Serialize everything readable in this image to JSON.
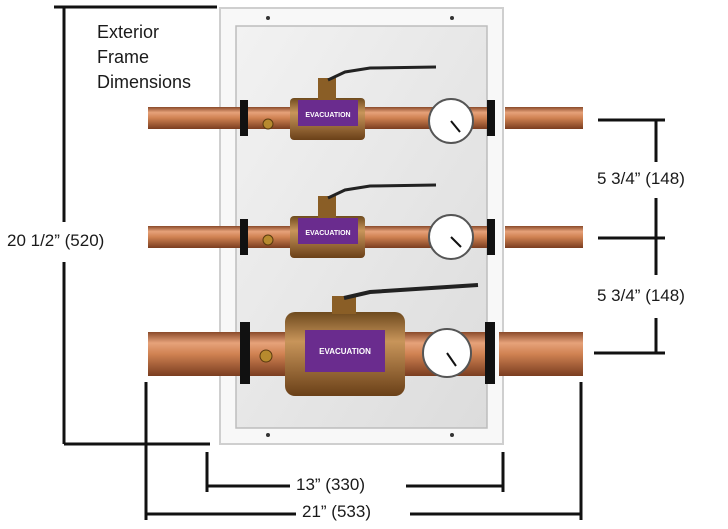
{
  "title": {
    "line1": "Exterior",
    "line2": "Frame",
    "line3": "Dimensions"
  },
  "dimensions": {
    "overall_height": "20 1/2” (520)",
    "spacing_upper": "5 3/4” (148)",
    "spacing_lower": "5 3/4” (148)",
    "frame_width": "13” (330)",
    "overall_width": "21” (533)"
  },
  "valves": [
    {
      "label": "EVACUATION",
      "size": "small"
    },
    {
      "label": "EVACUATION",
      "size": "small"
    },
    {
      "label": "EVACUATION",
      "size": "large"
    }
  ],
  "colors": {
    "copper": "#c97a4e",
    "brass": "#a8743a",
    "label_purple": "#6a2c8e",
    "frame": "#ffffff",
    "line": "#111111"
  }
}
